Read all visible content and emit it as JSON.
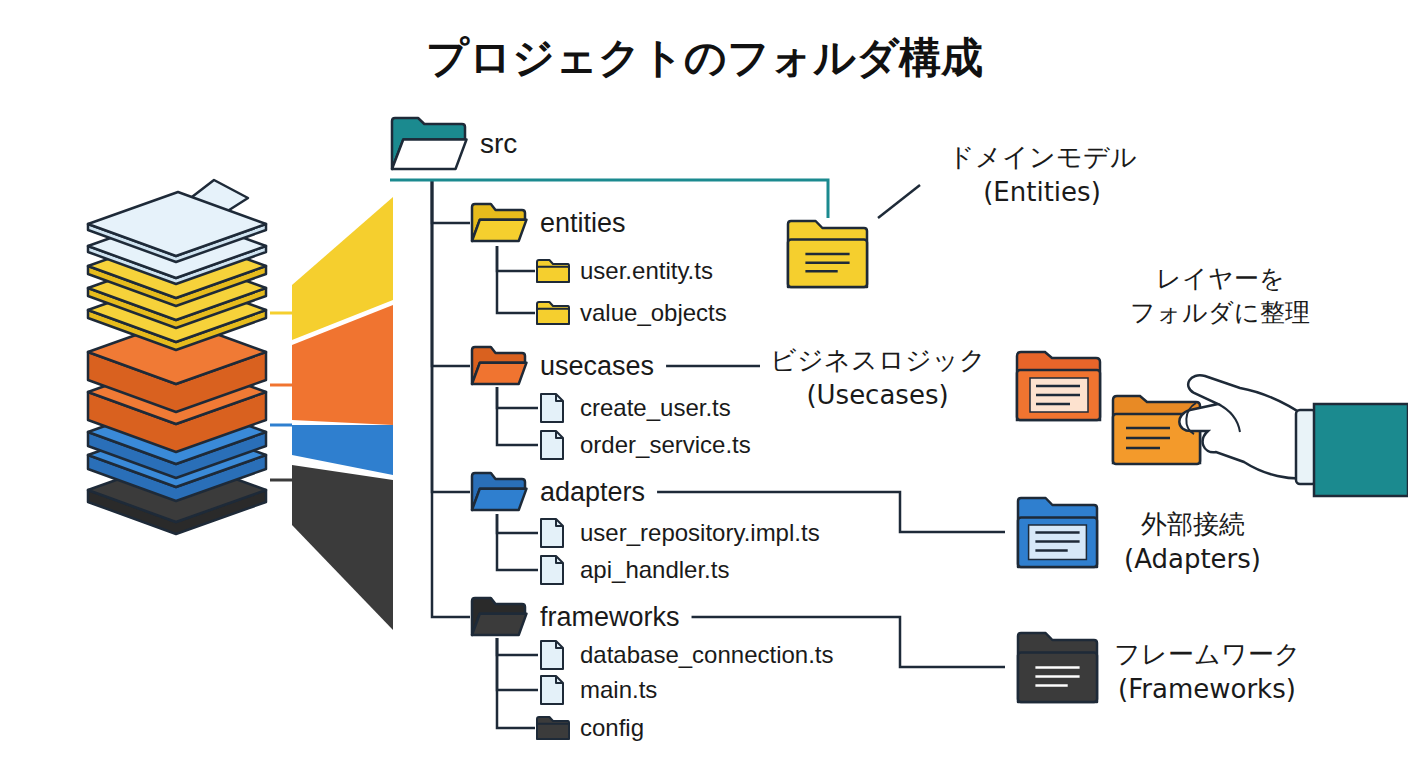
{
  "diagram": {
    "title": "プロジェクトのフォルダ構成",
    "nodes": [
      {
        "text": [
          "src"
        ]
      },
      {
        "text": [
          "entities"
        ]
      },
      {
        "text": [
          "user.entity.ts"
        ]
      },
      {
        "text": [
          "value_objects"
        ]
      },
      {
        "text": [
          "usecases"
        ]
      },
      {
        "text": [
          "create_user.ts"
        ]
      },
      {
        "text": [
          "order_service.ts"
        ]
      },
      {
        "text": [
          "adapters"
        ]
      },
      {
        "text": [
          "user_repository.impl.ts"
        ]
      },
      {
        "text": [
          "api_handler.ts"
        ]
      },
      {
        "text": [
          "frameworks"
        ]
      },
      {
        "text": [
          "database_connection.ts"
        ]
      },
      {
        "text": [
          "main.ts"
        ]
      },
      {
        "text": [
          "config"
        ]
      },
      {
        "text": [
          "ドメインモデル (Entities)"
        ]
      },
      {
        "text": [
          "ビジネスロジック (Usecases)"
        ]
      },
      {
        "text": [
          "外部接続 (Adapters)"
        ]
      },
      {
        "text": [
          "フレームワーク (Frameworks)"
        ]
      }
    ],
    "edges": [
      {
        "from": 0,
        "to": 1,
        "arrow": "none"
      },
      {
        "from": 0,
        "to": 4,
        "arrow": "none"
      },
      {
        "from": 0,
        "to": 7,
        "arrow": "none"
      },
      {
        "from": 0,
        "to": 10,
        "arrow": "none"
      },
      {
        "from": 1,
        "to": 2,
        "arrow": "none"
      },
      {
        "from": 1,
        "to": 3,
        "arrow": "none"
      },
      {
        "from": 4,
        "to": 5,
        "arrow": "none"
      },
      {
        "from": 4,
        "to": 6,
        "arrow": "none"
      },
      {
        "from": 7,
        "to": 8,
        "arrow": "none"
      },
      {
        "from": 7,
        "to": 9,
        "arrow": "none"
      },
      {
        "from": 10,
        "to": 11,
        "arrow": "none"
      },
      {
        "from": 10,
        "to": 12,
        "arrow": "none"
      },
      {
        "from": 10,
        "to": 13,
        "arrow": "none"
      },
      {
        "from": 0,
        "to": 14,
        "arrow": "none"
      },
      {
        "from": 4,
        "to": 15,
        "arrow": "none"
      },
      {
        "from": 7,
        "to": 16,
        "arrow": "none"
      },
      {
        "from": 10,
        "to": 17,
        "arrow": "none"
      }
    ],
    "labels": [
      "レイヤーを フォルダに整理"
    ]
  }
}
